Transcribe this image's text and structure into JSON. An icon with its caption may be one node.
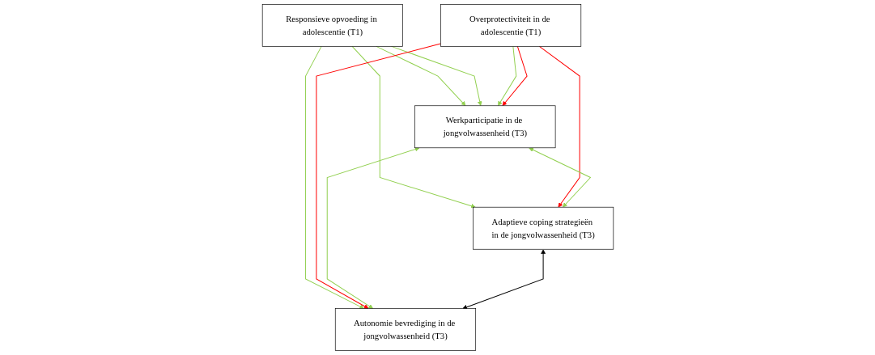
{
  "diagram": {
    "nodes": [
      {
        "text": [
          "Responsieve opvoeding in adolescentie (T1)"
        ]
      },
      {
        "text": [
          "Overprotectiviteit in de adolescentie (T1)"
        ]
      },
      {
        "text": [
          "Werkparticipatie in de jongvolwassenheid (T3)"
        ]
      },
      {
        "text": [
          "Adaptieve coping strategieën in de jongvolwassenheid (T3)"
        ]
      },
      {
        "text": [
          "Autonomie bevrediging in de jongvolwassenheid (T3)"
        ]
      }
    ],
    "edges": [
      {
        "from": 0,
        "to": 2,
        "arrow": "to"
      },
      {
        "from": 0,
        "to": 2,
        "arrow": "to"
      },
      {
        "from": 1,
        "to": 2,
        "arrow": "to"
      },
      {
        "from": 1,
        "to": 2,
        "arrow": "to",
        "color": "#ff0000"
      },
      {
        "from": 0,
        "to": 3,
        "arrow": "to"
      },
      {
        "from": 0,
        "to": 4,
        "arrow": "to"
      },
      {
        "from": 1,
        "to": 3,
        "arrow": "to",
        "color": "#ff0000"
      },
      {
        "from": 1,
        "to": 4,
        "arrow": "to",
        "color": "#ff0000"
      },
      {
        "from": 2,
        "to": 3,
        "arrow": "both"
      },
      {
        "from": 2,
        "to": 4,
        "arrow": "both"
      },
      {
        "from": 3,
        "to": 4,
        "arrow": "both",
        "color": "#000000"
      }
    ]
  }
}
